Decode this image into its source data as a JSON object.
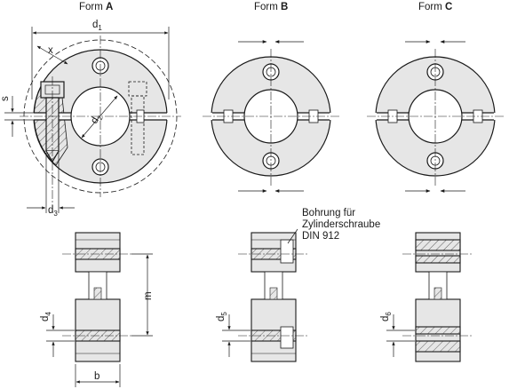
{
  "forms": {
    "a": {
      "prefix": "Form",
      "letter": "A"
    },
    "b": {
      "prefix": "Form",
      "letter": "B"
    },
    "c": {
      "prefix": "Form",
      "letter": "C"
    }
  },
  "dimensions": {
    "d1": {
      "base": "d",
      "sub": "1"
    },
    "d2": {
      "base": "d",
      "sub": "2"
    },
    "d3": {
      "base": "d",
      "sub": "3"
    },
    "d4": {
      "base": "d",
      "sub": "4"
    },
    "d5": {
      "base": "d",
      "sub": "5"
    },
    "d6": {
      "base": "d",
      "sub": "6"
    },
    "x": "x",
    "s": "s",
    "m": "m",
    "b": "b"
  },
  "note": {
    "line1": "Bohrung für",
    "line2": "Zylinderschraube",
    "line3": "DIN 912"
  },
  "colors": {
    "fill": "#e6e6e6",
    "stroke": "#1a1a1a",
    "hatch": "#555555"
  }
}
